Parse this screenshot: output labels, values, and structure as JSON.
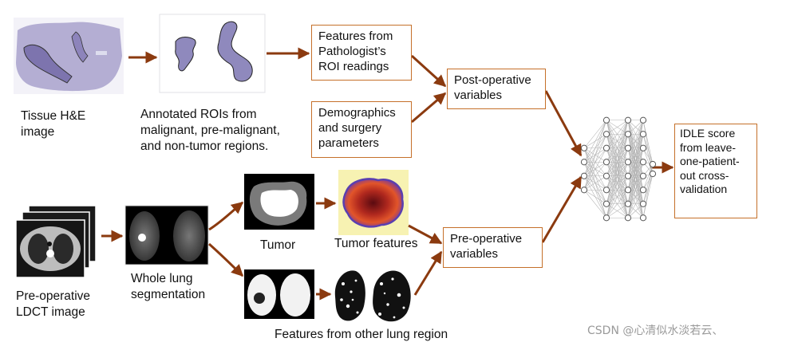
{
  "captions": {
    "tissue_he": "Tissue H&E image",
    "annotated_rois": "Annotated ROIs from malignant, pre-malignant, and non-tumor regions.",
    "tumor": "Tumor",
    "tumor_features": "Tumor features",
    "whole_lung": "Whole lung segmentation",
    "ldct": "Pre-operative LDCT image",
    "other_region": "Features from other lung region"
  },
  "boxes": {
    "pathologist_features": "Features from Pathologist’s ROI readings",
    "demographics": "Demographics and surgery parameters",
    "post_operative": "Post-operative variables",
    "pre_operative": "Pre-operative variables",
    "idle_score": "IDLE score from leave-one-patient-out cross-validation"
  },
  "watermark": "CSDN @心清似水淡若云、",
  "colors": {
    "arrow": "#8b3a0f",
    "box_border": "#c5702a"
  },
  "network": {
    "layers": [
      4,
      8,
      8,
      8,
      2
    ]
  }
}
